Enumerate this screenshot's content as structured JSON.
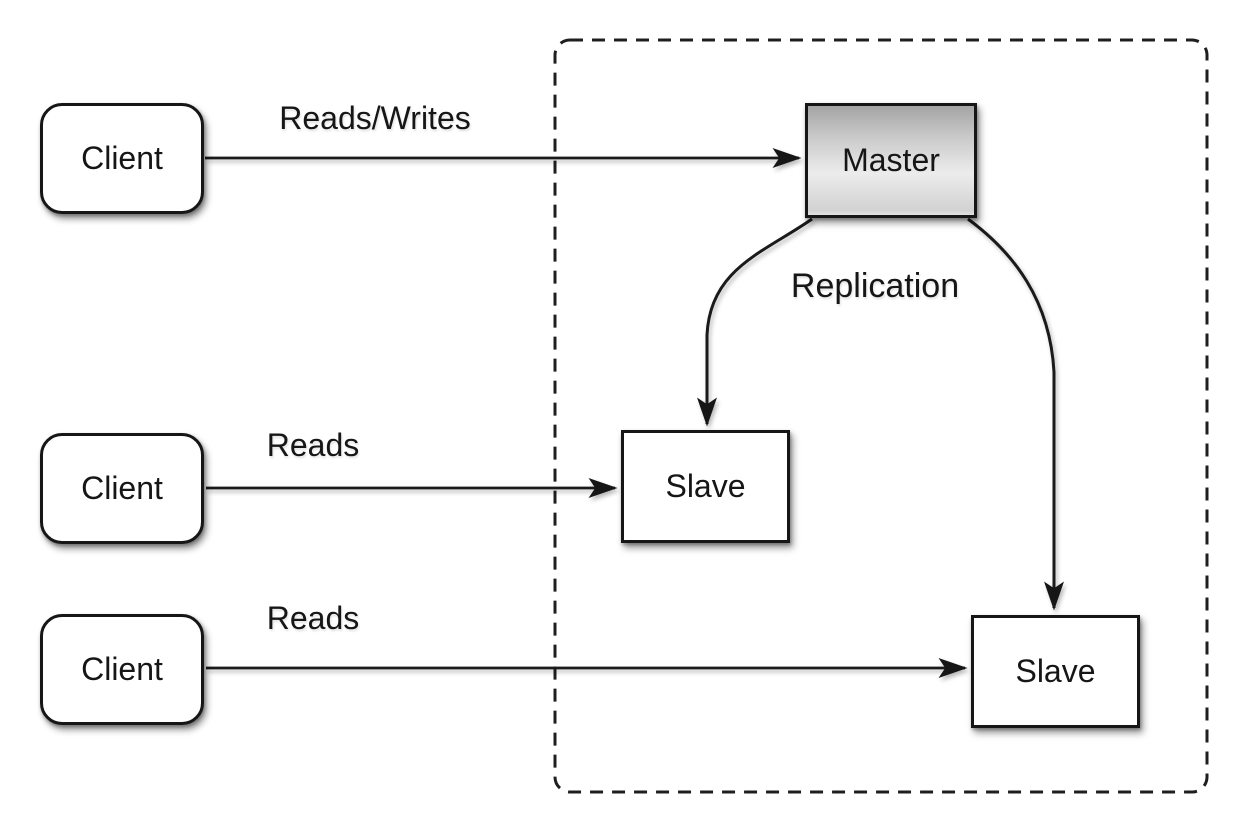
{
  "diagram": {
    "type": "master-slave-replication",
    "background_color": "#ffffff",
    "stroke_color": "#1a1a1a",
    "cluster": {
      "name": "replication-boundary",
      "border_style": "dashed",
      "border_color": "#1f1f1f"
    },
    "nodes": [
      {
        "id": "client-1",
        "label": "Client",
        "shape": "rounded-rect",
        "fill": "#ffffff"
      },
      {
        "id": "client-2",
        "label": "Client",
        "shape": "rounded-rect",
        "fill": "#ffffff"
      },
      {
        "id": "client-3",
        "label": "Client",
        "shape": "rounded-rect",
        "fill": "#ffffff"
      },
      {
        "id": "master",
        "label": "Master",
        "shape": "rect",
        "fill_gradient_top": "#a4a4a4",
        "fill_gradient_bottom": "#e2e2e2"
      },
      {
        "id": "slave-1",
        "label": "Slave",
        "shape": "rect",
        "fill": "#ffffff"
      },
      {
        "id": "slave-2",
        "label": "Slave",
        "shape": "rect",
        "fill": "#ffffff"
      }
    ],
    "edges": [
      {
        "id": "reads-writes",
        "label": "Reads/Writes",
        "from": "client-1",
        "to": "master",
        "style": "straight"
      },
      {
        "id": "reads-top",
        "label": "Reads",
        "from": "client-2",
        "to": "slave-1",
        "style": "straight"
      },
      {
        "id": "reads-bottom",
        "label": "Reads",
        "from": "client-3",
        "to": "slave-2",
        "style": "straight"
      },
      {
        "id": "replication",
        "label": "Replication",
        "from": "master",
        "to": "slave-1 & slave-2",
        "style": "curved"
      }
    ]
  }
}
